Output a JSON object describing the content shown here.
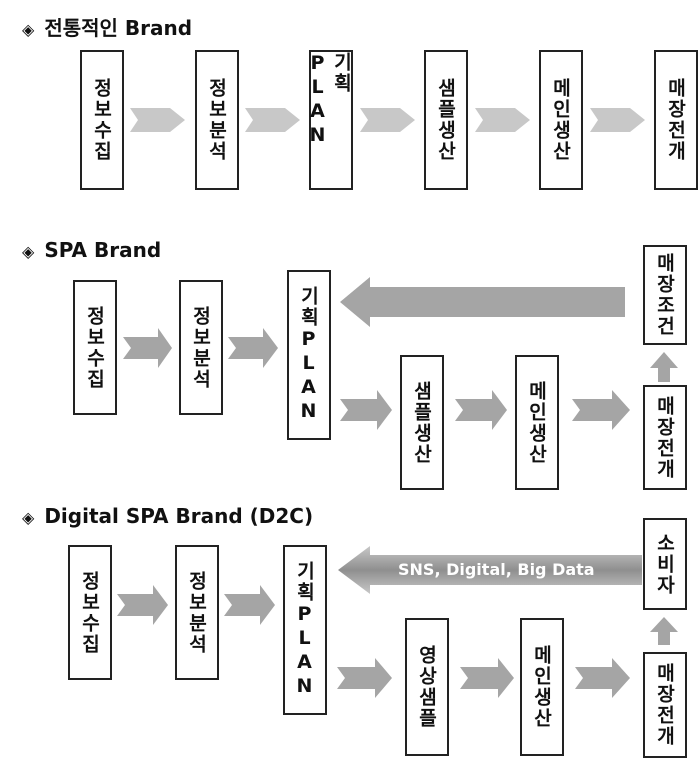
{
  "sections": [
    {
      "title": "전통적인 Brand",
      "bullet": "◈",
      "steps": [
        "정보수집",
        "정보분석",
        "기획PLAN",
        "샘플생산",
        "메인생산",
        "매장전개"
      ]
    },
    {
      "title": "SPA Brand",
      "bullet": "◈",
      "steps": [
        "정보수집",
        "정보분석",
        "기획PLAN",
        "샘플생산",
        "메인생산",
        "매장전개",
        "매장조건"
      ]
    },
    {
      "title": "Digital SPA Brand (D2C)",
      "bullet": "◈",
      "steps": [
        "정보수집",
        "정보분석",
        "기획PLAN",
        "영상샘플",
        "메인생산",
        "매장전개",
        "소비자"
      ],
      "feedback_label": "SNS, Digital, Big Data"
    }
  ],
  "colors": {
    "arrow_light": "#c8c8c8",
    "arrow_dark": "#a5a5a5",
    "box_border": "#222222"
  }
}
